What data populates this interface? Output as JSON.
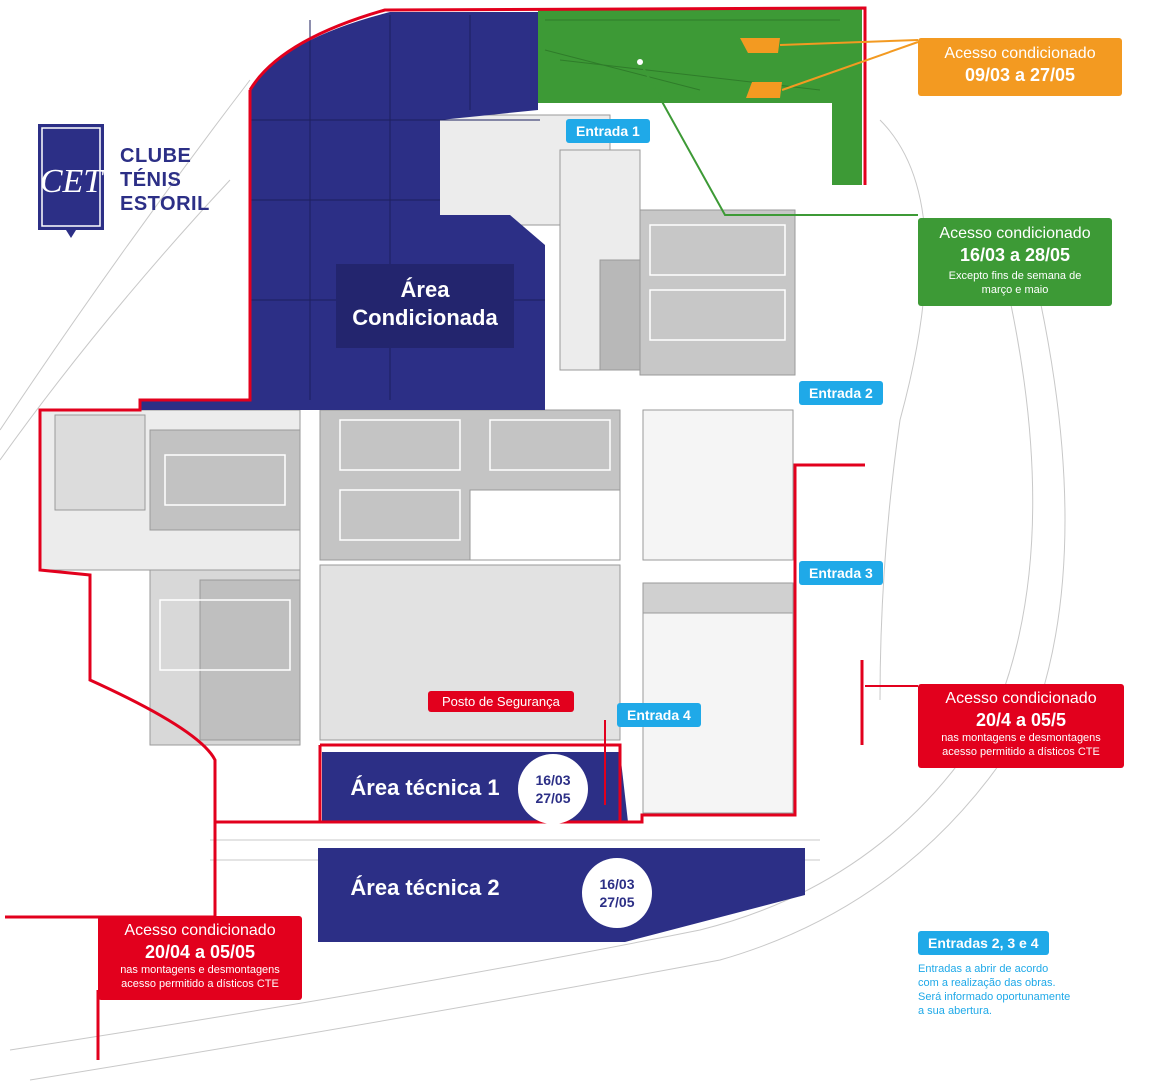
{
  "logo": {
    "monogram": "CET",
    "line1": "CLUBE",
    "line2": "TÉNIS",
    "line3": "ESTORIL"
  },
  "areas": {
    "condicionada_line1": "Área",
    "condicionada_line2": "Condicionada",
    "tecnica1": "Área técnica 1",
    "tecnica2": "Área técnica 2"
  },
  "date_circles": {
    "tecnica1": {
      "line1": "16/03",
      "line2": "27/05"
    },
    "tecnica2": {
      "line1": "16/03",
      "line2": "27/05"
    }
  },
  "entrances": {
    "e1": "Entrada 1",
    "e2": "Entrada 2",
    "e3": "Entrada 3",
    "e4": "Entrada 4"
  },
  "posto": "Posto de Segurança",
  "callouts": {
    "orange": {
      "line1": "Acesso condicionado",
      "line2": "09/03 a 27/05"
    },
    "green": {
      "line1": "Acesso condicionado",
      "line2": "16/03 a 28/05",
      "line3": "Excepto fins de semana de",
      "line4": "março e maio"
    },
    "red_right": {
      "line1": "Acesso condicionado",
      "line2": "20/4 a 05/5",
      "line3": "nas montagens e desmontagens",
      "line4": "acesso permitido a dísticos CTE"
    },
    "red_left": {
      "line1": "Acesso condicionado",
      "line2": "20/04 a 05/05",
      "line3": "nas montagens e desmontagens",
      "line4": "acesso permitido a dísticos CTE"
    }
  },
  "entrances_note": {
    "title": "Entradas 2, 3 e 4",
    "line1": "Entradas a abrir de acordo",
    "line2": "com a realização das obras.",
    "line3": "Será informado oportunamente",
    "line4": "a sua abertura."
  },
  "colors": {
    "restricted_area": "#2c2f86",
    "green_zone": "#3d9a36",
    "orange": "#f39a21",
    "red": "#e2001d",
    "entrance_blue": "#1fa9e8"
  }
}
